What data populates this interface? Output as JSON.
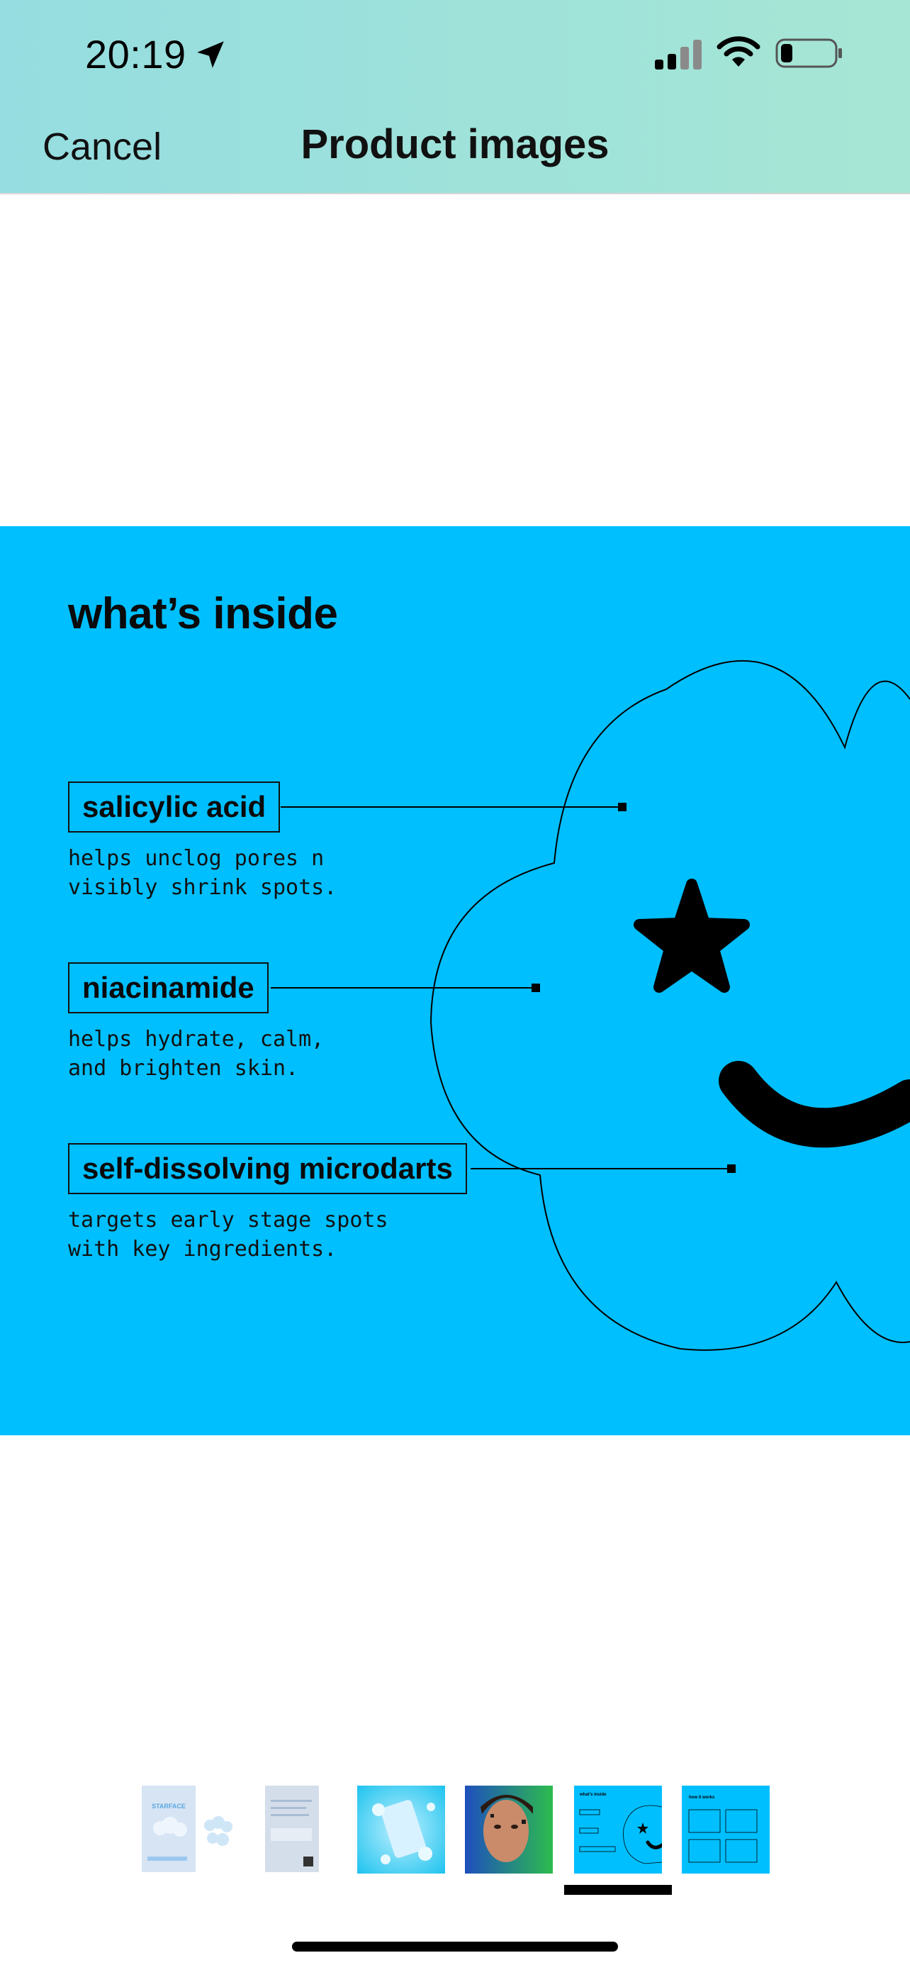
{
  "status_bar": {
    "time": "20:19",
    "icons": [
      "location-arrow-icon",
      "signal-icon",
      "wifi-icon",
      "battery-icon"
    ]
  },
  "nav": {
    "cancel_label": "Cancel",
    "title": "Product images"
  },
  "image": {
    "background_color": "#00bfff",
    "heading": "what’s inside",
    "ingredients": [
      {
        "name": "salicylic acid",
        "desc": "helps unclog pores n\nvisibly shrink spots."
      },
      {
        "name": "niacinamide",
        "desc": "helps hydrate, calm,\nand brighten skin."
      },
      {
        "name": "self-dissolving microdarts",
        "desc": "targets early stage spots\nwith key ingredients."
      }
    ]
  },
  "thumbnails": {
    "count": 6,
    "selected_index": 4,
    "thumb_texts": {
      "t1_brand": "STARFACE",
      "t5_heading": "what's inside",
      "t6_heading": "how it works"
    }
  }
}
